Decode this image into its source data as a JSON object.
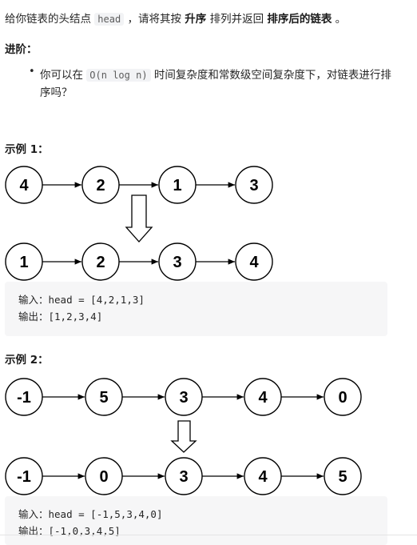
{
  "intro": {
    "before": "给你链表的头结点 ",
    "code": "head",
    "mid1": " ，请将其按 ",
    "bold1": "升序",
    "mid2": " 排列并返回 ",
    "bold2": "排序后的链表",
    "end": " 。"
  },
  "advanced": {
    "heading": "进阶：",
    "bullet": "•",
    "pre": "你可以在 ",
    "code": "O(n log n)",
    "post": " 时间复杂度和常数级空间复杂度下，对链表进行排序吗？"
  },
  "example1": {
    "heading": "示例 1：",
    "before": [
      "4",
      "2",
      "1",
      "3"
    ],
    "after": [
      "1",
      "2",
      "3",
      "4"
    ],
    "input_line": "输入：head = [4,2,1,3]",
    "output_line": "输出：[1,2,3,4]"
  },
  "example2": {
    "heading": "示例 2：",
    "before": [
      "-1",
      "5",
      "3",
      "4",
      "0"
    ],
    "after": [
      "-1",
      "0",
      "3",
      "4",
      "5"
    ],
    "input_line": "输入：head = [-1,5,3,4,0]",
    "output_line": "输出：[-1,0,3,4,5]"
  }
}
